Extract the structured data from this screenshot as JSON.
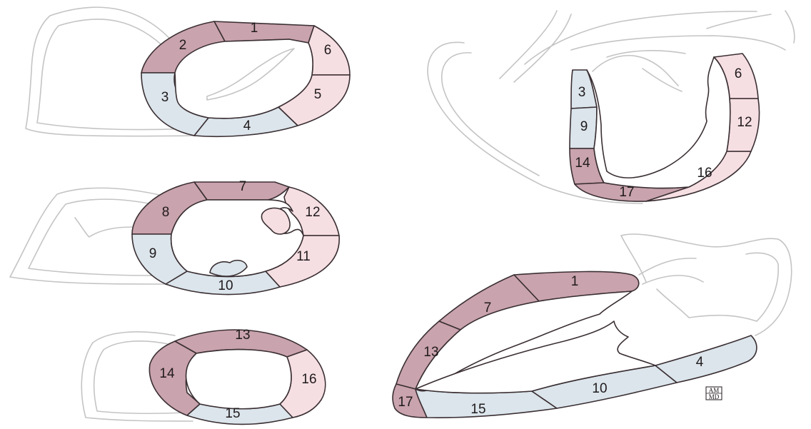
{
  "colors": {
    "anterior": "#c9a3ad",
    "inferior": "#dbe5eb",
    "lateral": "#f6dfe3",
    "outline": "#c4c4c4",
    "border": "#3a2f33"
  },
  "views": {
    "basal_short_axis": {
      "segments": [
        "1",
        "2",
        "3",
        "4",
        "5",
        "6"
      ]
    },
    "mid_short_axis": {
      "segments": [
        "7",
        "8",
        "9",
        "10",
        "11",
        "12"
      ]
    },
    "apical_short_axis": {
      "segments": [
        "13",
        "14",
        "15",
        "16"
      ]
    },
    "four_chamber": {
      "segments": [
        "3",
        "9",
        "14",
        "17",
        "16",
        "12",
        "6"
      ]
    },
    "two_chamber": {
      "segments": [
        "1",
        "7",
        "13",
        "17",
        "15",
        "10",
        "4"
      ]
    }
  },
  "logo": {
    "text": "AMMD",
    "top": "AM",
    "bottom": "MD"
  }
}
